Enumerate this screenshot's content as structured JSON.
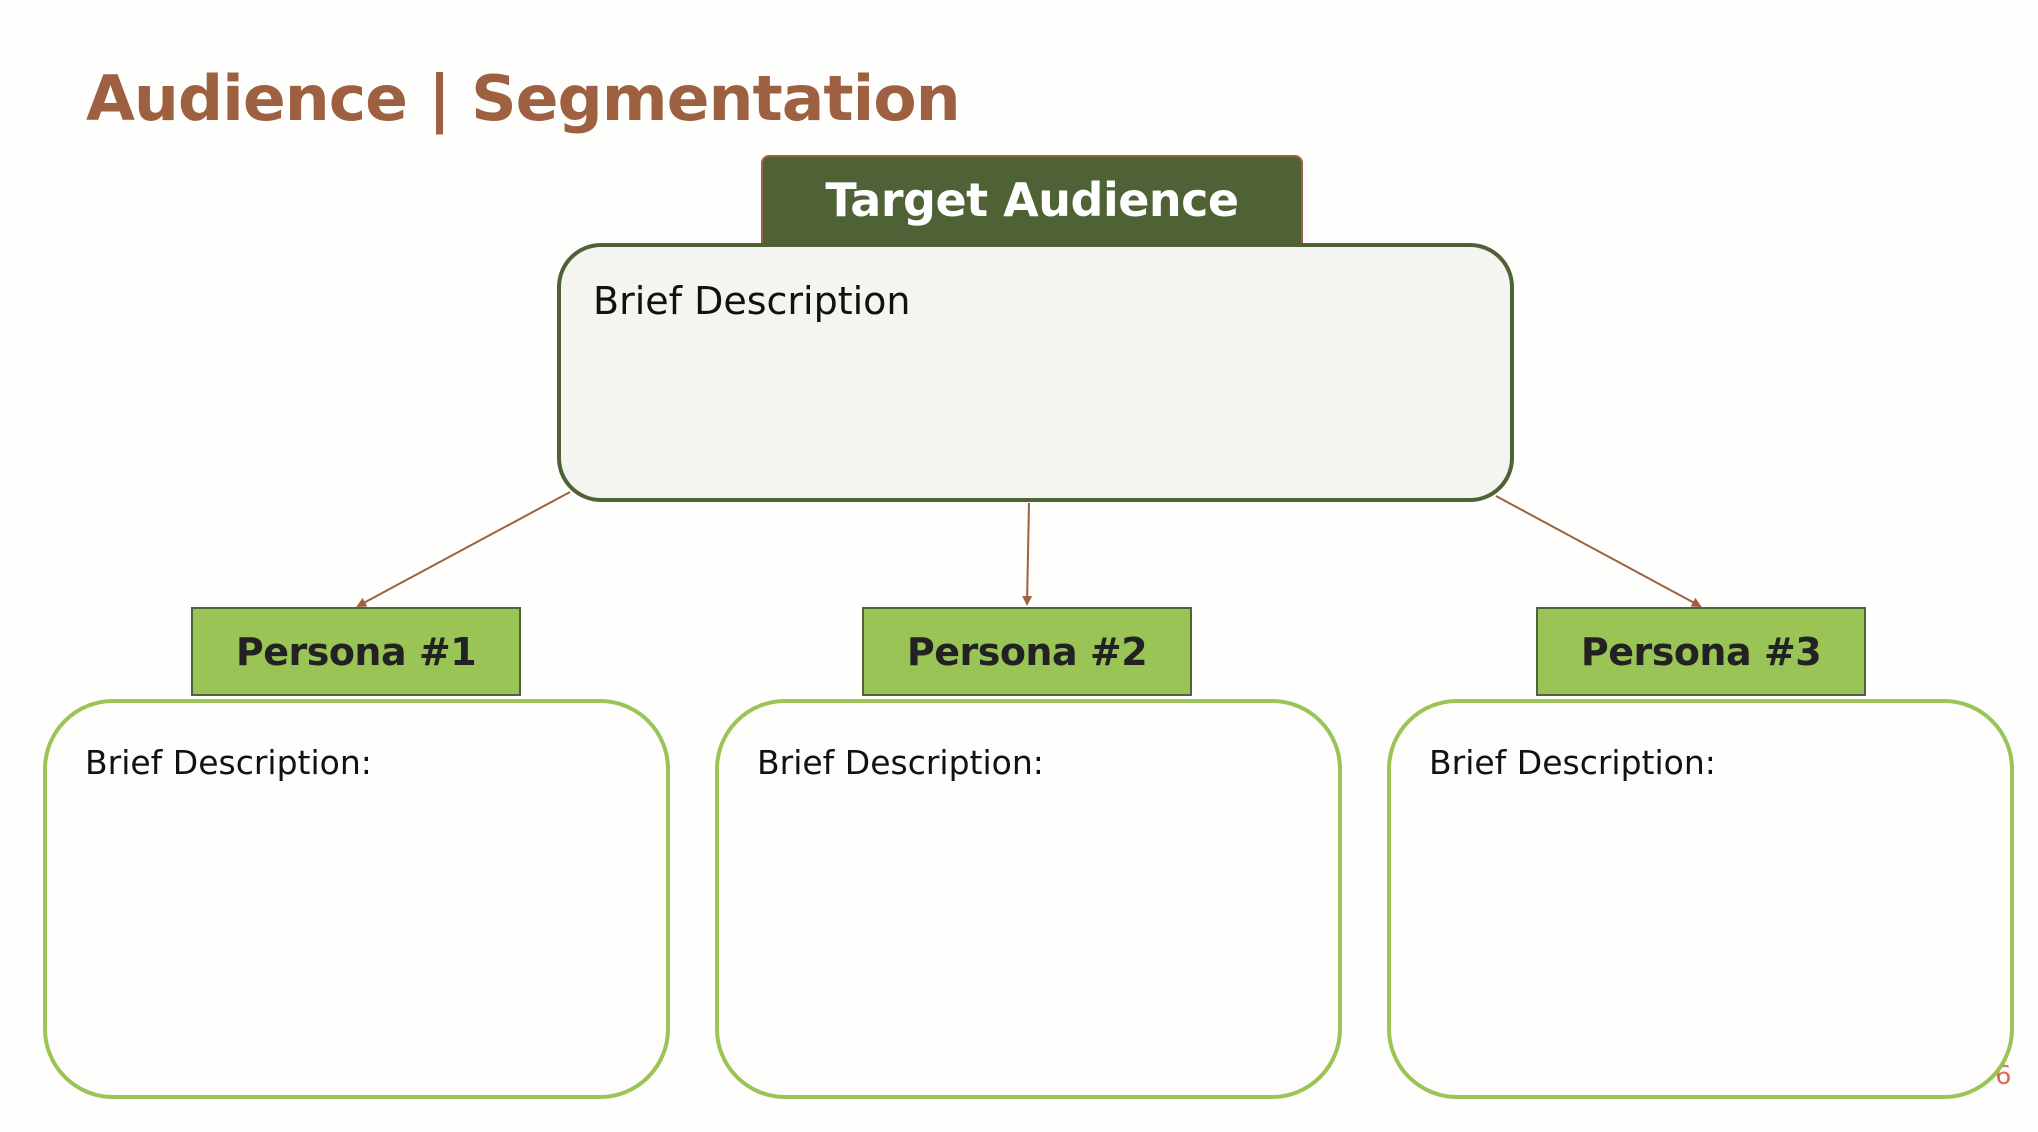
{
  "slide": {
    "title": "Audience | Segmentation",
    "page_number": "6"
  },
  "target": {
    "label": "Target Audience",
    "description": "Brief Description"
  },
  "personas": [
    {
      "label": "Persona #1",
      "description": "Brief Description:"
    },
    {
      "label": "Persona #2",
      "description": "Brief Description:"
    },
    {
      "label": "Persona #3",
      "description": "Brief Description:"
    }
  ],
  "colors": {
    "title": "#9d6141",
    "target_tab": "#4e6236",
    "target_box_border": "#4e6236",
    "target_box_fill": "#f4f4f0",
    "persona_tab": "#9bc457",
    "persona_box_border": "#9bc457",
    "connector": "#9d6141",
    "page_number": "#e06a5a"
  }
}
